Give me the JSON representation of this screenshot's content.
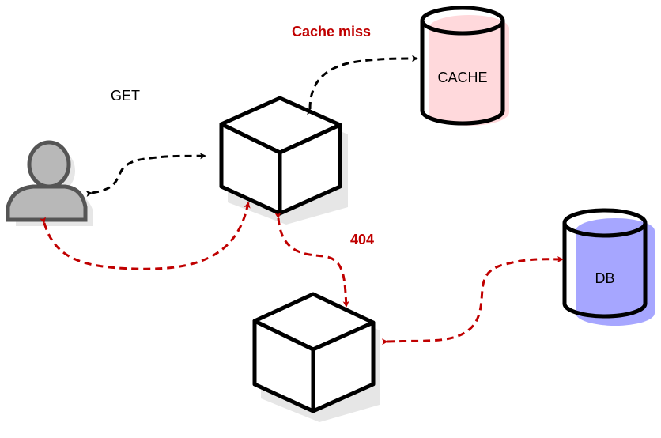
{
  "labels": {
    "get": "GET",
    "cache_miss": "Cache miss",
    "not_found": "404",
    "cache": "CACHE",
    "db": "DB"
  },
  "colors": {
    "accent_red": "#c00000",
    "cache_fill": "#ffd9dc",
    "db_fill": "#a6a6ff",
    "shadow": "#e6e6e6",
    "stroke": "#000000"
  },
  "icons": {
    "user": "user-icon",
    "server_main": "server-cube-icon",
    "server_secondary": "server-cube-icon",
    "cache": "cylinder-icon",
    "db": "cylinder-icon"
  }
}
